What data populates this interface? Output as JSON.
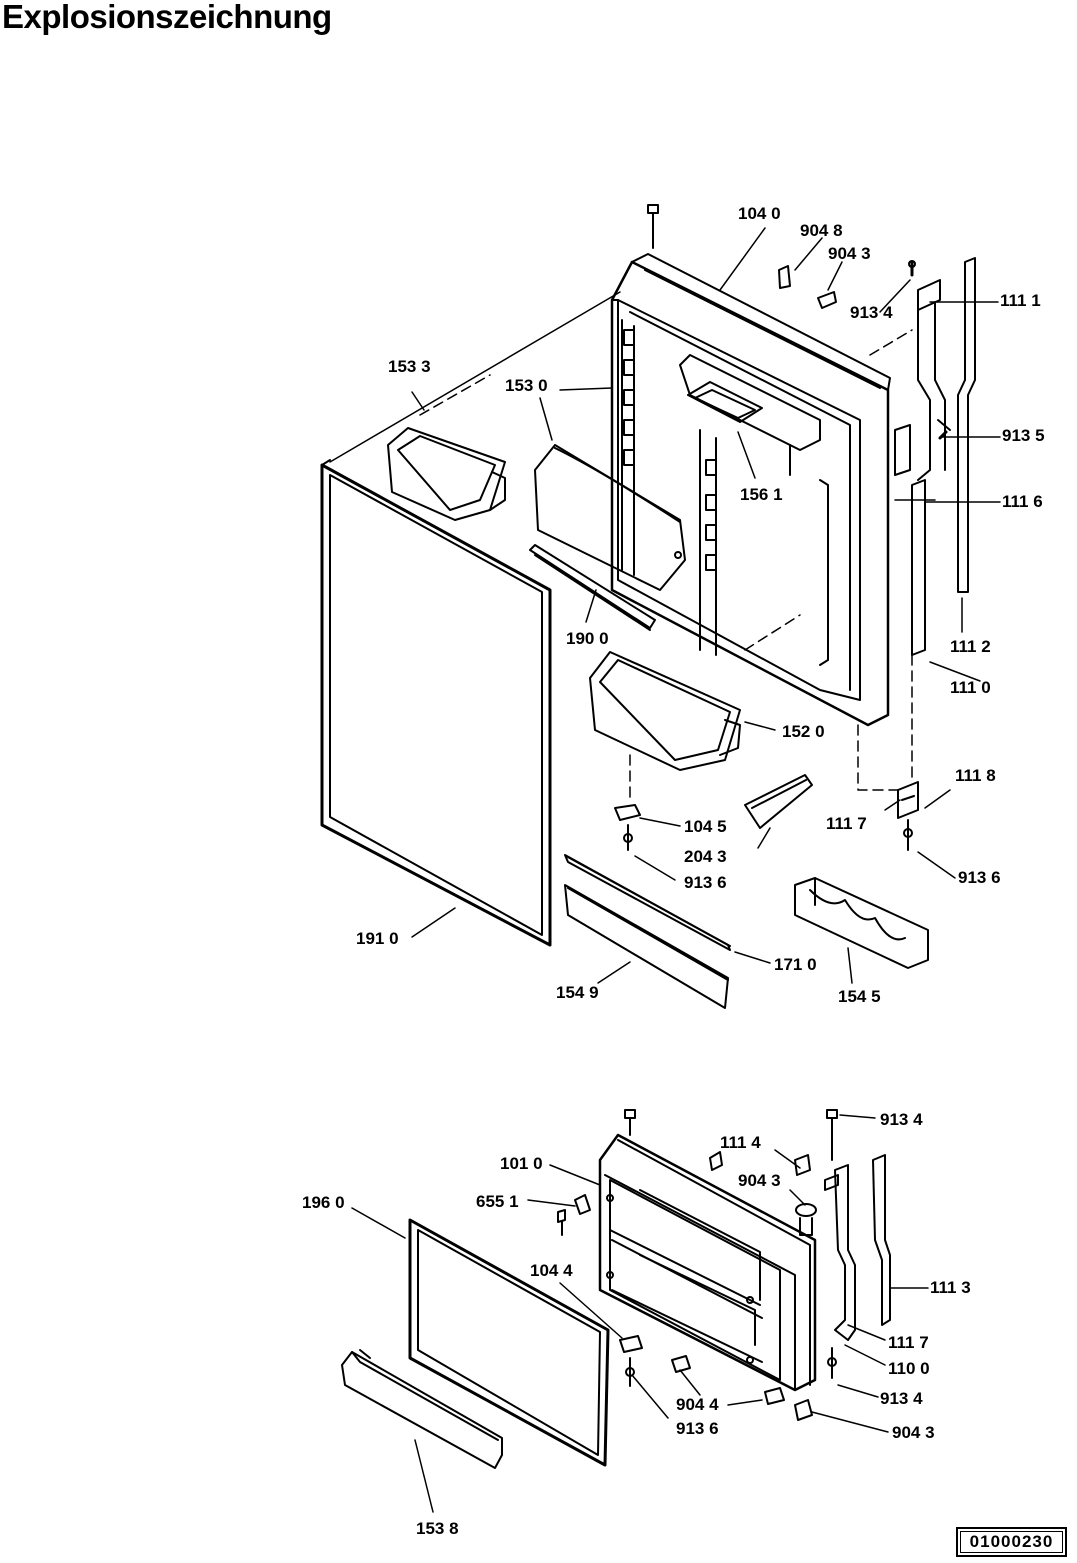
{
  "title": "Explosionszeichnung",
  "reference_code": "01000230",
  "upper_assembly": {
    "labels": [
      "104 0",
      "904 8",
      "904 3",
      "913 4",
      "111 1",
      "153 3",
      "153 0",
      "156 1",
      "913 5",
      "111 6",
      "190 0",
      "111 2",
      "111 0",
      "152 0",
      "111 8",
      "111 7",
      "104 5",
      "204 3",
      "913 6",
      "913 6",
      "191 0",
      "171 0",
      "154 9",
      "154 5"
    ]
  },
  "lower_assembly": {
    "labels": [
      "913 4",
      "111 4",
      "101 0",
      "904 3",
      "196 0",
      "655 1",
      "104 4",
      "111 3",
      "111 7",
      "110 0",
      "904 4",
      "913 4",
      "913 6",
      "904 3",
      "153 8"
    ]
  }
}
